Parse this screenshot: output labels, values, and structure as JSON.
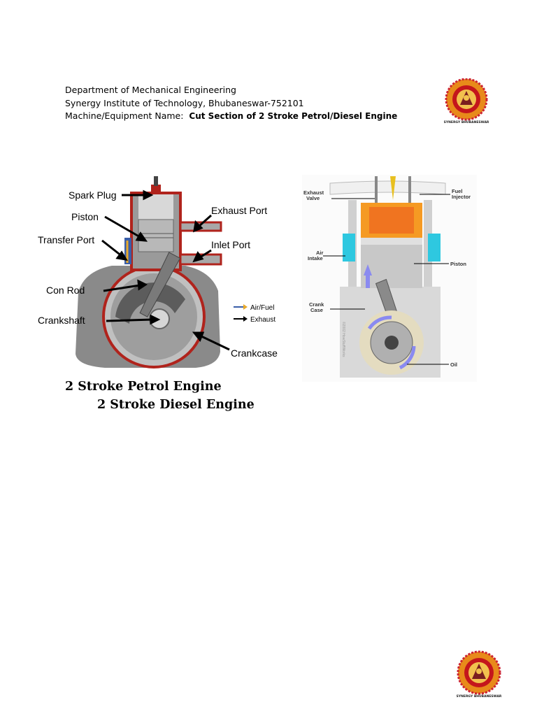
{
  "header": {
    "line1": "Department of Mechanical Engineering",
    "line2": "Synergy Institute of Technology, Bhubaneswar-752101",
    "line3_prefix": "Machine/Equipment Name:",
    "line3_value": "Cut Section of 2 Stroke Petrol/Diesel Engine"
  },
  "logo": {
    "text": "SYNERGY BHUBANESWAR"
  },
  "petrol_figure": {
    "labels": {
      "spark_plug": "Spark Plug",
      "piston": "Piston",
      "transfer_port": "Transfer Port",
      "con_rod": "Con Rod",
      "crankshaft": "Crankshaft",
      "exhaust_port": "Exhaust Port",
      "inlet_port": "Inlet Port",
      "crankcase": "Crankcase"
    },
    "legend": {
      "air_fuel": "Air/Fuel",
      "exhaust": "Exhaust"
    }
  },
  "diesel_figure": {
    "labels": {
      "exhaust_valve_1": "Exhaust",
      "exhaust_valve_2": "Valve",
      "fuel_injector_1": "Fuel",
      "fuel_injector_2": "Injector",
      "air_intake_1": "Air",
      "air_intake_2": "Intake",
      "piston": "Piston",
      "crank_case_1": "Crank",
      "crank_case_2": "Case",
      "oil": "Oil",
      "watermark": "©2002 HowStuffWorks"
    }
  },
  "captions": {
    "petrol": "2 Stroke Petrol Engine",
    "diesel": "2 Stroke Diesel Engine"
  },
  "colors": {
    "accent_red": "#b0231c",
    "logo_orange": "#e88a1a",
    "diesel_cyan": "#2ec8e0"
  }
}
